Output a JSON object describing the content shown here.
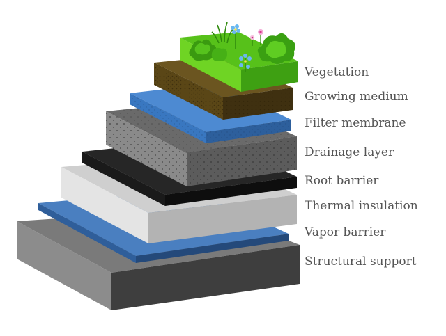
{
  "diagram": {
    "layers": [
      {
        "id": "vegetation",
        "label": "Vegetation",
        "color": "#5cc31a"
      },
      {
        "id": "growing-medium",
        "label": "Growing medium",
        "color": "#5b4a18"
      },
      {
        "id": "filter-membrane",
        "label": "Filter membrane",
        "color": "#3d7ec8"
      },
      {
        "id": "drainage-layer",
        "label": "Drainage layer",
        "color": "#6e6e6e"
      },
      {
        "id": "root-barrier",
        "label": "Root barrier",
        "color": "#1f1f1f"
      },
      {
        "id": "thermal-insulation",
        "label": "Thermal insulation",
        "color": "#d8d8d8"
      },
      {
        "id": "vapor-barrier",
        "label": "Vapor barrier",
        "color": "#3a6fb0"
      },
      {
        "id": "structural-support",
        "label": "Structural support",
        "color": "#6a6a6a"
      }
    ]
  }
}
